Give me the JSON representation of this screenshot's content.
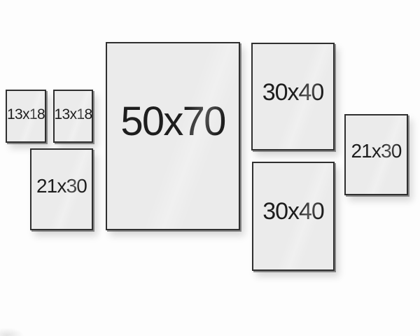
{
  "scene": {
    "background_color": "#fdfdfd",
    "frame_fill_color": "#ebebeb",
    "frame_border_color": "#2f2f2f",
    "label_text_color": "#1d1d1d"
  },
  "frames": [
    {
      "id": "13x18-left",
      "label": "13x18",
      "width_cm": 13,
      "height_cm": 18
    },
    {
      "id": "13x18-right",
      "label": "13x18",
      "width_cm": 13,
      "height_cm": 18
    },
    {
      "id": "21x30-left",
      "label": "21x30",
      "width_cm": 21,
      "height_cm": 30
    },
    {
      "id": "50x70-center",
      "label": "50x70",
      "width_cm": 50,
      "height_cm": 70
    },
    {
      "id": "30x40-top",
      "label": "30x40",
      "width_cm": 30,
      "height_cm": 40
    },
    {
      "id": "30x40-bottom",
      "label": "30x40",
      "width_cm": 30,
      "height_cm": 40
    },
    {
      "id": "21x30-right",
      "label": "21x30",
      "width_cm": 21,
      "height_cm": 30
    }
  ]
}
